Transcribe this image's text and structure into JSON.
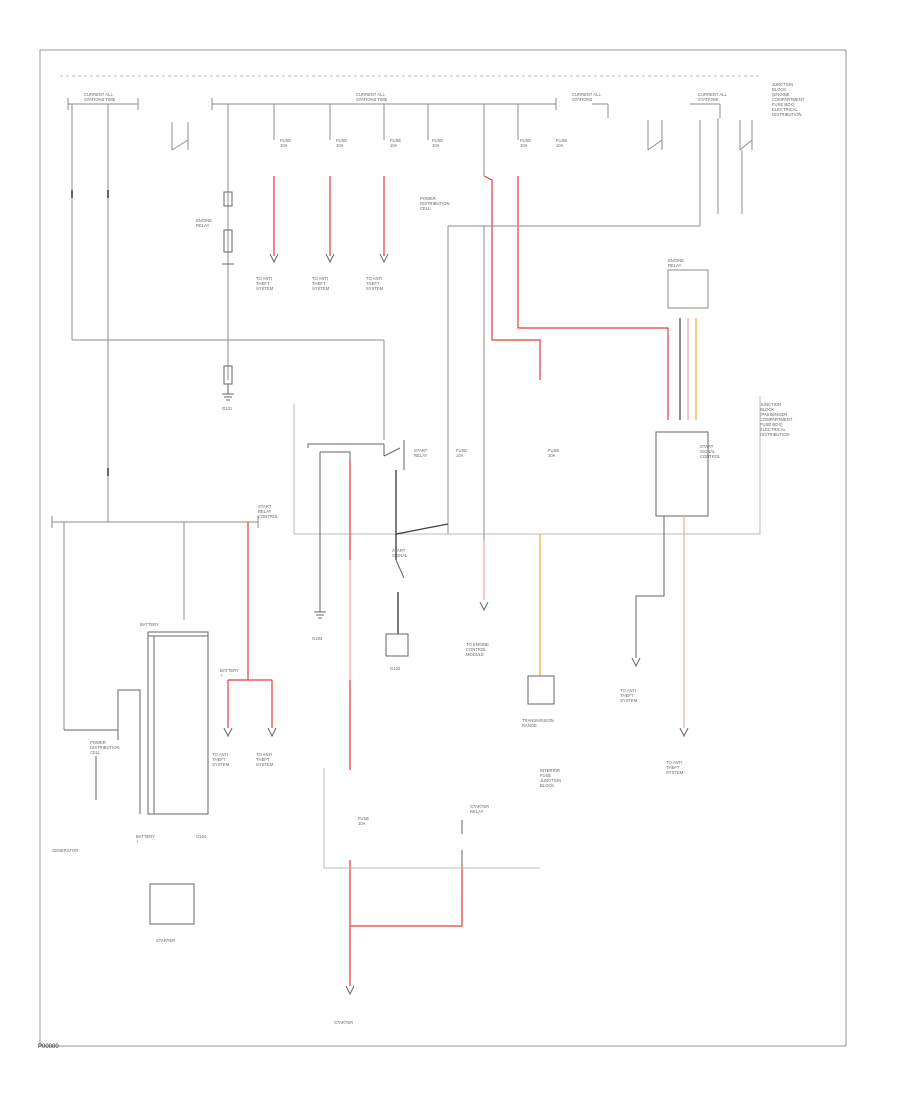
{
  "colors": {
    "wire": "#8e8e8e",
    "wire_dark": "#444444",
    "wire_red": "#e63c3c",
    "wire_red_light": "#f2a3a3",
    "wire_orange": "#f0a830",
    "border": "#999999",
    "dashed": "#bbbbbb"
  },
  "labels": {
    "top_left_bus": "CURRENT ALL\nSTATIONS TIME",
    "top_mid_bus": "CURRENT ALL\nSTATIONS TIME",
    "top_right_bus1": "CURRENT ALL\nSTATIONS",
    "top_right_bus2": "CURRENT ALL\nSTATIONS",
    "right_top_module": "JUNCTION\nBLOCK\n(ENGINE\nCOMPARTMENT\nFUSE BOX)\nELECTRICAL\nDISTRIBUTION",
    "right_mid_module": "JUNCTION\nBLOCK\n(PASSENGER\nCOMPARTMENT\nFUSE BOX)\nELECTRICAL\nDISTRIBUTION",
    "fuse_a": "FUSE\n10A",
    "fuse_b": "FUSE\n10A",
    "fuse_c": "FUSE\n10A",
    "fuse_d": "FUSE\n10A",
    "fuse_e": "FUSE\n10A",
    "fuse_f": "FUSE\n10A",
    "fuse_g": "FUSE\n10A",
    "fuse_h": "FUSE\n10A",
    "fuse_i": "FUSE\n10A",
    "relay_a": "START\nRELAY",
    "relay_b": "ENGINE\nRELAY",
    "power_dist": "POWER\nDISTRIBUTION\nCELL",
    "ground_a": "G101",
    "ground_b": "G102",
    "ground_c": "G103",
    "ground_d": "G104",
    "to_left_a": "TO ANTI\nTHEFT\nSYSTEM",
    "to_left_b": "TO ANTI\nTHEFT\nSYSTEM",
    "to_left_c": "TO ANTI\nTHEFT\nSYSTEM",
    "to_mid_a": "TO ANTI\nTHEFT\nSYSTEM",
    "to_mid_b": "TO ANTI\nTHEFT\nSYSTEM",
    "to_right_a": "TO ANTI\nTHEFT\nSYSTEM",
    "to_right_b": "TO ANTI\nTHEFT\nSYSTEM",
    "to_center": "TO ENGINE\nCONTROL\nMODULE",
    "transmission": "TRANSMISSION\nRANGE",
    "battery": "BATTERY",
    "battery_pos": "BATTERY\n+",
    "generator": "GENERATOR",
    "starter": "STARTER",
    "starter_motor": "STARTER",
    "starter_relay": "STARTER\nRELAY",
    "start_signal": "START\nSIGNAL",
    "module_block": "START\nSIGNAL\nCONTROL",
    "interior_note": "INTERIOR\nFUSE\nJUNCTION\nBLOCK",
    "relay_mid": "START\nRELAY\nCONTROL",
    "footer_code": "P00000"
  }
}
